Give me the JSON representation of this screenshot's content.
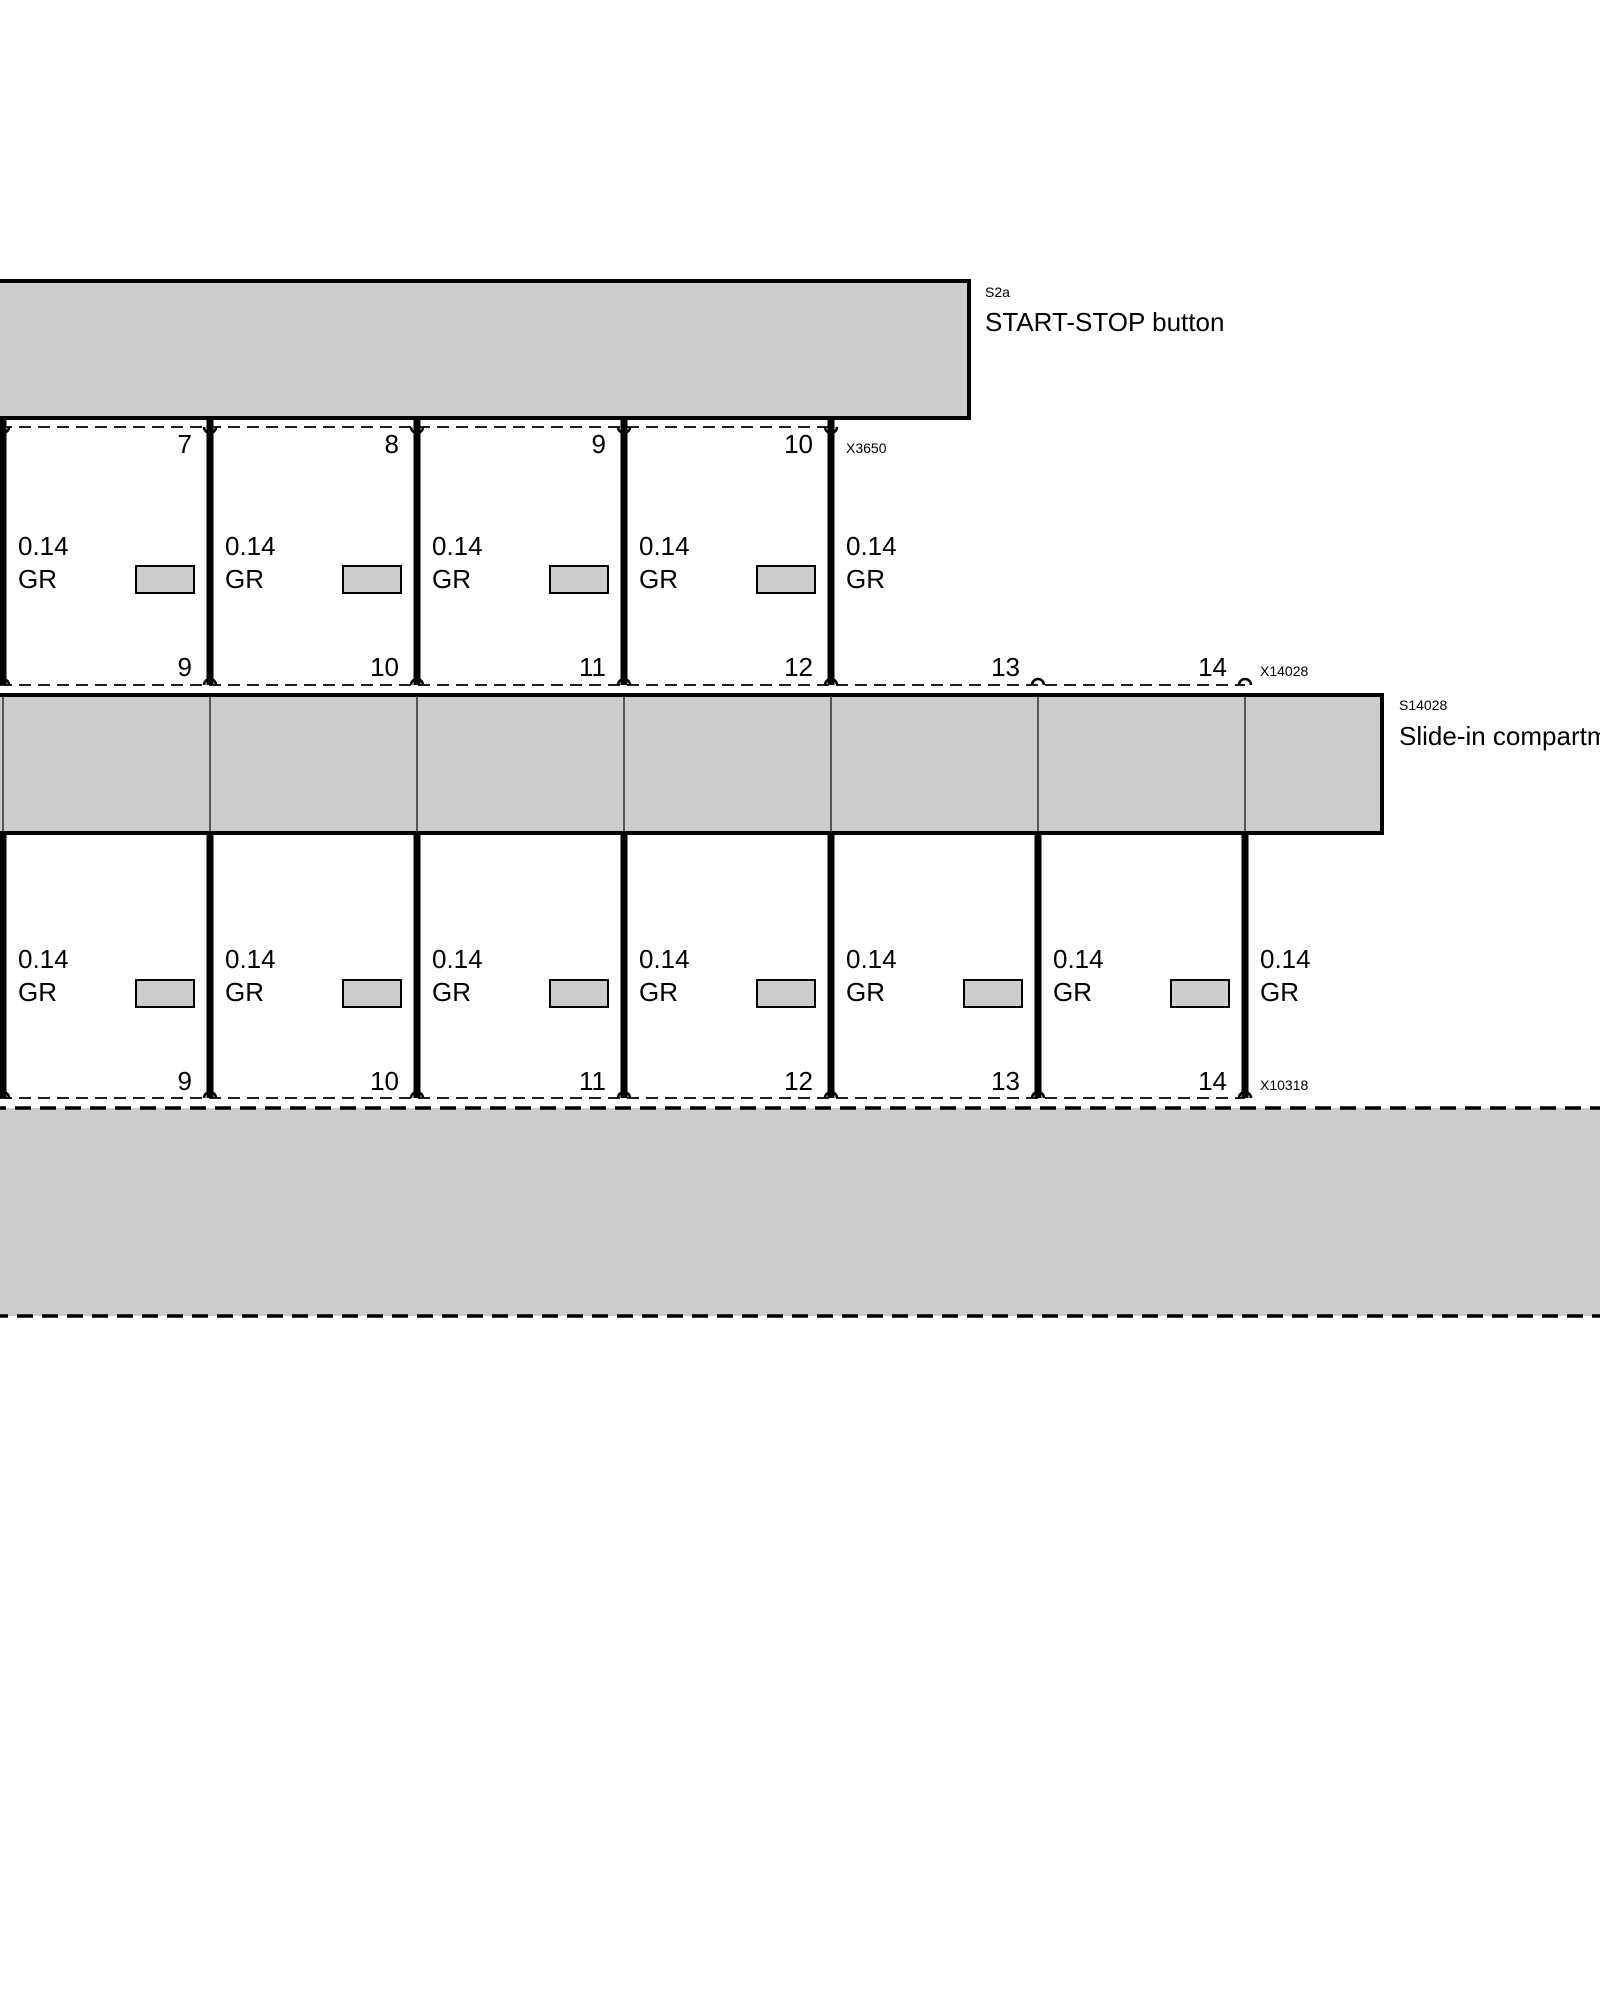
{
  "components": {
    "start_stop": {
      "id": "S2a",
      "name": "START-STOP button"
    },
    "slide_in": {
      "id": "S14028",
      "name": "Slide-in compartment"
    }
  },
  "connectors": {
    "top": {
      "id": "X3650",
      "pins": [
        "7",
        "8",
        "9",
        "10"
      ]
    },
    "middle": {
      "id": "X14028",
      "pins": [
        "9",
        "10",
        "11",
        "12",
        "13",
        "14"
      ]
    },
    "bottom": {
      "id": "X10318",
      "pins": [
        "9",
        "10",
        "11",
        "12",
        "13",
        "14"
      ]
    }
  },
  "wires": {
    "upper": [
      {
        "size": "0.14",
        "color": "GR"
      },
      {
        "size": "0.14",
        "color": "GR"
      },
      {
        "size": "0.14",
        "color": "GR"
      },
      {
        "size": "0.14",
        "color": "GR"
      },
      {
        "size": "0.14",
        "color": "GR"
      }
    ],
    "lower": [
      {
        "size": "0.14",
        "color": "GR"
      },
      {
        "size": "0.14",
        "color": "GR"
      },
      {
        "size": "0.14",
        "color": "GR"
      },
      {
        "size": "0.14",
        "color": "GR"
      },
      {
        "size": "0.14",
        "color": "GR"
      },
      {
        "size": "0.14",
        "color": "GR"
      },
      {
        "size": "0.14",
        "color": "GR"
      }
    ]
  }
}
